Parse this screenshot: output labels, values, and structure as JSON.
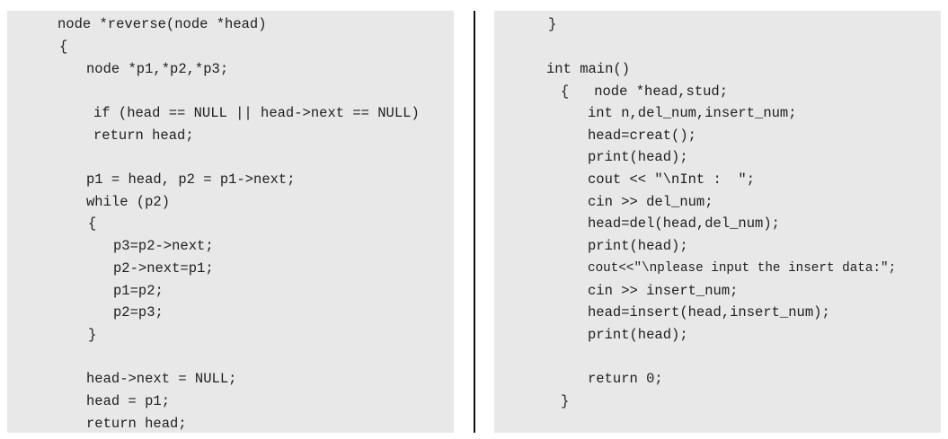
{
  "left_code": [
    "node *reverse(node *head)",
    "{",
    "node *p1,*p2,*p3;",
    "if (head == NULL || head->next == NULL)",
    "return head;",
    "p1 = head, p2 = p1->next;",
    "while (p2)",
    "{",
    "p3=p2->next;",
    "p2->next=p1;",
    "p1=p2;",
    "p2=p3;",
    "}",
    "head->next = NULL;",
    "head = p1;",
    "return head;"
  ],
  "right_code": [
    "}",
    "int main()",
    "{   node *head,stud;",
    "int n,del_num,insert_num;",
    "head=creat();",
    "print(head);",
    "cout << \"\\nInt :  \";",
    "cin >> del_num;",
    "head=del(head,del_num);",
    "print(head);",
    "cout<<\"\\nplease input the insert data:\";",
    "cin >> insert_num;",
    "head=insert(head,insert_num);",
    "print(head);",
    "return 0;",
    "}"
  ]
}
